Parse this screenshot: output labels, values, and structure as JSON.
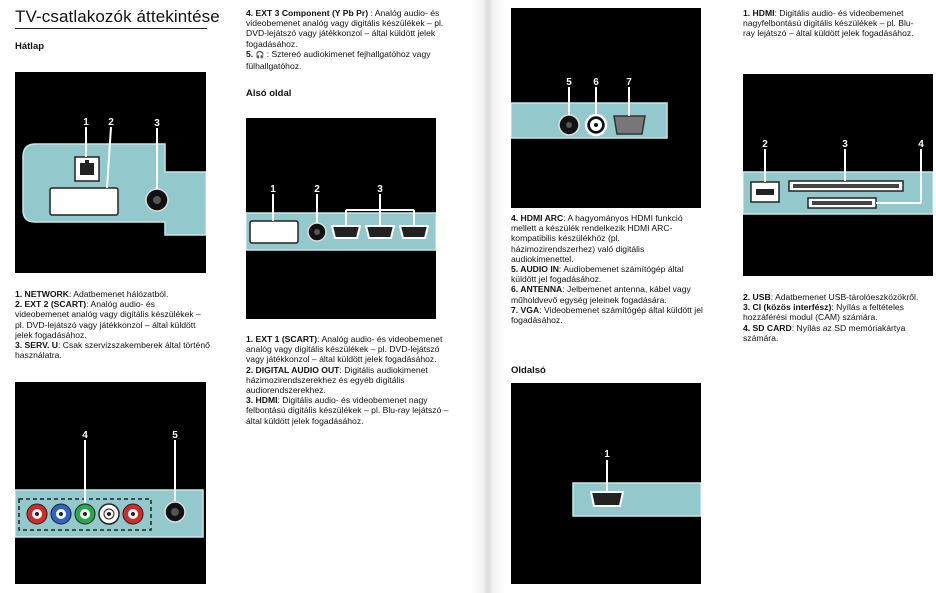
{
  "page": {
    "title": "TV-csatlakozók áttekintése",
    "sections": {
      "back": "Hátlap",
      "bottom": "Alsó oldal",
      "side": "Oldalsó"
    }
  },
  "panel_labels": {
    "back_top": [
      "1",
      "2",
      "3"
    ],
    "back_bottom": [
      "4",
      "5"
    ],
    "bottom_side": [
      "1",
      "2",
      "3"
    ],
    "middle_top": [
      "5",
      "6",
      "7"
    ],
    "side_hdmi": [
      "1"
    ],
    "side_right": [
      "2",
      "3",
      "4"
    ]
  },
  "col1": {
    "items": [
      {
        "label": "1. NETWORK",
        "text": ": Adatbemenet hálózatból."
      },
      {
        "label": "2. EXT 2 (SCART)",
        "text": ": Analóg audio- és videobemenet analóg vagy digitális készülékek – pl. DVD-lejátszó vagy játékkonzol – által küldött jelek fogadásához."
      },
      {
        "label": "3. SERV. U",
        "text": ": Csak szervizszakemberek által történő használatra."
      }
    ]
  },
  "col2": {
    "top_items": [
      {
        "label": "4. EXT 3 Component (Y Pb Pr)",
        "text": " : Analóg audio- és videobemenet analóg vagy digitális készülékek – pl. DVD-lejátszó vagy játékkonzol – által küldött jelek fogadásához."
      },
      {
        "label": "5. ",
        "glyph": "🎧",
        "text": " : Sztereó audiokimenet fejhallgatóhoz vagy fülhallgatóhoz."
      }
    ],
    "bottom_items": [
      {
        "label": "1. EXT 1 (SCART)",
        "text": ": Analóg audio- és videobemenet analóg vagy digitális készülékek – pl. DVD-lejátszó vagy játékkonzol – által küldött jelek fogadásához."
      },
      {
        "label": "2. DIGITAL AUDIO OUT",
        "text": ": Digitális audiokimenet házimozirendszerekhez és egyéb digitális audiorendszerekhez."
      },
      {
        "label": "3. HDMI",
        "text": ": Digitális audio- és videobemenet nagy felbontású digitális készülékek – pl. Blu-ray lejátszó – által küldött jelek fogadásához."
      }
    ]
  },
  "col3": {
    "items": [
      {
        "label": "4. HDMI ARC",
        "text": ": A hagyományos HDMI funkció mellett a készülék rendelkezik HDMI ARC-kompatibilis készülékhöz (pl. házimozirendszerhez) való digitális audiokimenettel."
      },
      {
        "label": "5. AUDIO IN",
        "text": ": Audiobemenet számítógép által küldött jel fogadásához."
      },
      {
        "label": "6. ANTENNA",
        "text": ": Jelbemenet antenna, kábel vagy műholdvevő egység jeleinek fogadására."
      },
      {
        "label": "7. VGA",
        "text": ": Videobemenet számítógép által küldött jel fogadásához."
      }
    ]
  },
  "col4": {
    "top_items": [
      {
        "label": "1. HDMI",
        "text": ": Digitális audio- és videobemenet nagyfelbontású digitális készülékek – pl. Blu-ray lejátszó – által küldött jelek fogadásához."
      }
    ],
    "bottom_items": [
      {
        "label": "2. USB",
        "text": ": Adatbemenet USB-tárolóeszközökről."
      },
      {
        "label": "3. CI (közös interfész)",
        "text": ": Nyílás a feltételes hozzáférési modul (CAM) számára."
      },
      {
        "label": "4. SD CARD",
        "text": ": Nyílás az SD memóriakártya számára."
      }
    ]
  },
  "colors": {
    "panel_bg": "#000000",
    "panel_teal": "#93c8cc",
    "accent_green": "#2aa84a"
  }
}
